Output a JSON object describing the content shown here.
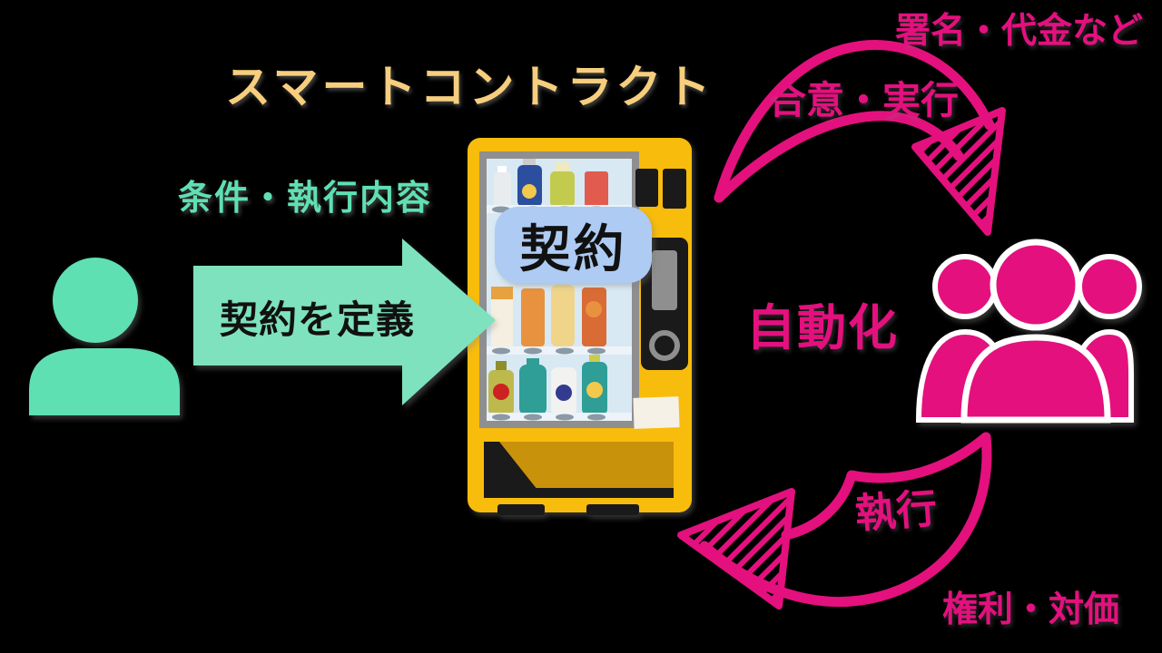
{
  "colors": {
    "background": "#000000",
    "teal": "#5FE0B2",
    "teal_arrow": "#7EE2BE",
    "pink": "#E4107E",
    "machine_yellow": "#F8BC0C",
    "machine_dark_yellow": "#C9920B",
    "label_blue": "#AECBF3",
    "title_sand": "#F7CE7D",
    "window_blue": "#D8E9F4",
    "frame_gray": "#8F8F8F"
  },
  "title": "スマートコントラクト",
  "left_flow": {
    "conditions_label": "条件・執行内容",
    "define_arrow_label": "契約を定義",
    "person_icon": "user-icon"
  },
  "machine": {
    "contract_label": "契約",
    "machine_icon": "vending-machine-icon"
  },
  "right_flow": {
    "top_outer_label": "署名・代金など",
    "top_arrow_label": "合意・実行",
    "automation_label": "自動化",
    "bottom_arrow_label": "執行",
    "bottom_outer_label": "権利・対価",
    "people_icon": "users-icon"
  }
}
